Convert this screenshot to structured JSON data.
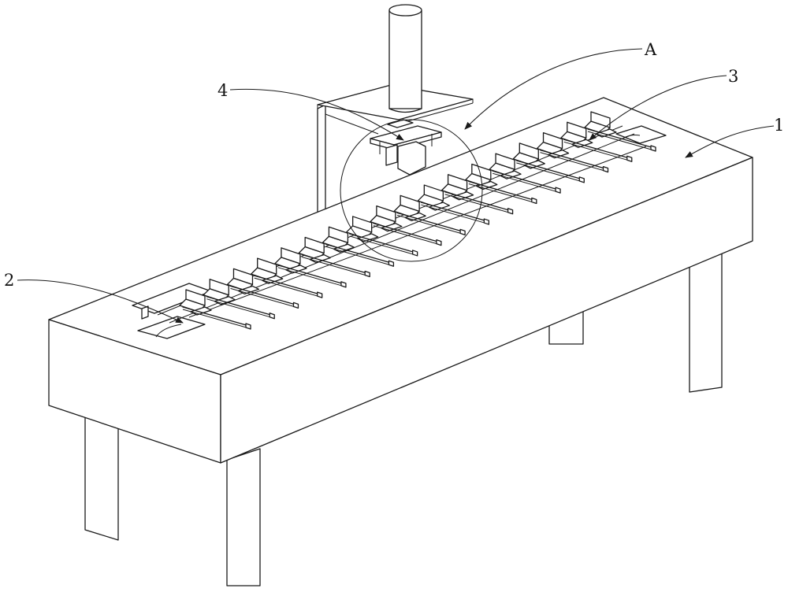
{
  "callouts": {
    "label_1": "1",
    "label_2": "2",
    "label_3": "3",
    "label_4": "4",
    "label_A": "A"
  },
  "colors": {
    "line": "#1a1a1a",
    "background": "#ffffff"
  },
  "station_count": 18
}
